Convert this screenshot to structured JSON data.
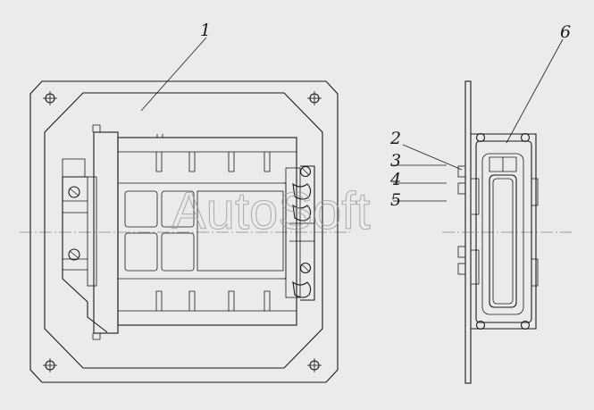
{
  "callouts": [
    {
      "id": "c1",
      "text": "1"
    },
    {
      "id": "c2",
      "text": "2"
    },
    {
      "id": "c3",
      "text": "3"
    },
    {
      "id": "c4",
      "text": "4"
    },
    {
      "id": "c5",
      "text": "5"
    },
    {
      "id": "c6",
      "text": "6"
    }
  ],
  "watermark": "AutoSoft"
}
